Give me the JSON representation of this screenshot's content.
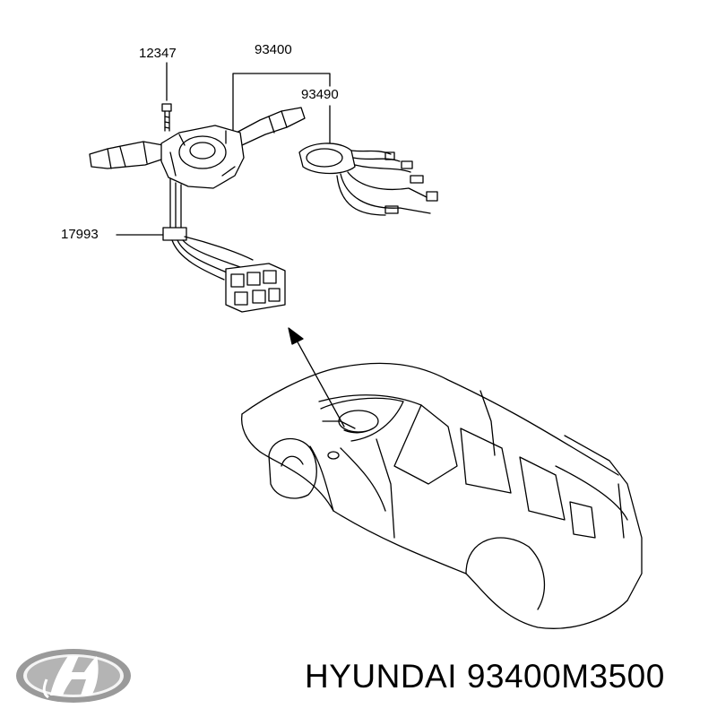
{
  "callouts": {
    "bolt": "12347",
    "switch_assembly": "93400",
    "clock_spring": "93490",
    "harness_clip": "17993"
  },
  "footer": {
    "brand": "HYUNDAI",
    "part_number": "93400M3500"
  },
  "colors": {
    "line": "#000000",
    "logo_silver": "#9a9a9a",
    "background": "#ffffff"
  }
}
